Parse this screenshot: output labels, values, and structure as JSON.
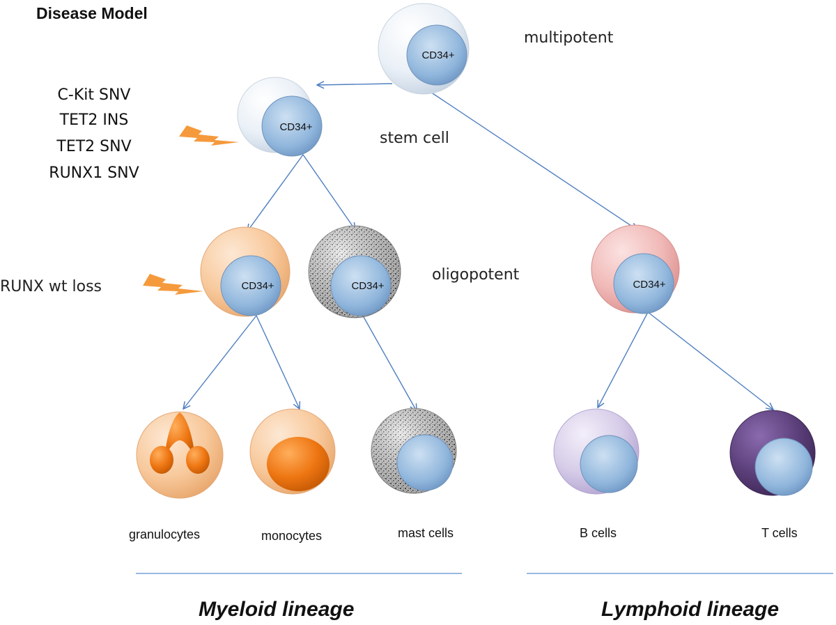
{
  "title": "Disease Model",
  "stages": {
    "multipotent": "multipotent",
    "stem_cell": "stem cell",
    "oligopotent": "oligopotent"
  },
  "mutations": {
    "stem": [
      "C-Kit SNV",
      "TET2 INS",
      "TET2 SNV",
      "RUNX1 SNV"
    ],
    "myeloid_progenitor": "RUNX wt loss"
  },
  "marker": "CD34+",
  "cells": {
    "granulocytes": "granulocytes",
    "monocytes": "monocytes",
    "mast_cells": "mast cells",
    "b_cells": "B cells",
    "t_cells": "T cells"
  },
  "lineages": {
    "myeloid": "Myeloid lineage",
    "lymphoid": "Lymphoid lineage"
  },
  "colors": {
    "arrow": "#4f7fc0",
    "divider": "#5b8fd0",
    "nucleus": "#8fb5dc",
    "progenitor_outer": "#d9e4ef",
    "myeloid_outer": "#f5c08f",
    "mast_outer": "#9a9a9a",
    "lymphoid_outer": "#eba6a4",
    "b_cell_outer": "#cbbfdf",
    "t_cell_outer": "#5b3f7a",
    "monocyte_nucleus": "#ec7414",
    "bolt": "#f59a3c"
  }
}
